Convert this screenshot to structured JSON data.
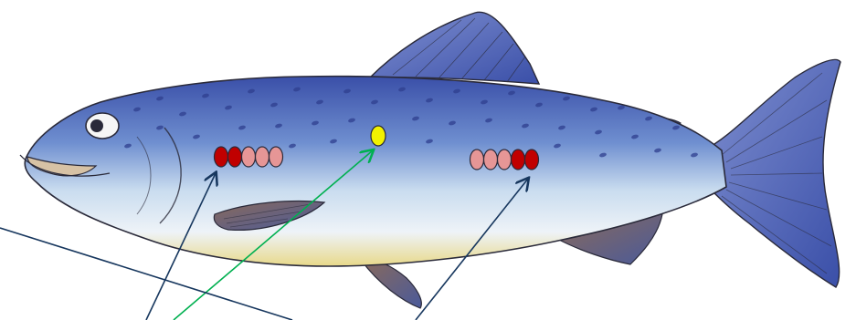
{
  "colors": {
    "background": "#ffffff",
    "fish_back": "#3a4fa8",
    "fish_mid": "#7fa6d6",
    "fish_belly": "#eef3f8",
    "fish_yellow": "#e8d98a",
    "fin": "#5a6fb8",
    "outline": "#2a2a3a",
    "spots": "#2f3f8f",
    "dot_dark": "#c00000",
    "dot_light": "#e69696",
    "dot_yellow": "#f2f200",
    "arrow_blue": "#17375e",
    "arrow_green": "#00b050"
  },
  "markers": {
    "front_group": [
      "dark",
      "dark",
      "light",
      "light",
      "light"
    ],
    "rear_group": [
      "light",
      "light",
      "light",
      "dark",
      "dark"
    ],
    "single": "yellow"
  },
  "arrows": [
    {
      "name": "arrow-to-front-group",
      "color": "blue"
    },
    {
      "name": "arrow-to-yellow-dot",
      "color": "green"
    },
    {
      "name": "arrow-to-rear-group",
      "color": "blue"
    },
    {
      "name": "arrow-long-left",
      "color": "blue"
    }
  ]
}
